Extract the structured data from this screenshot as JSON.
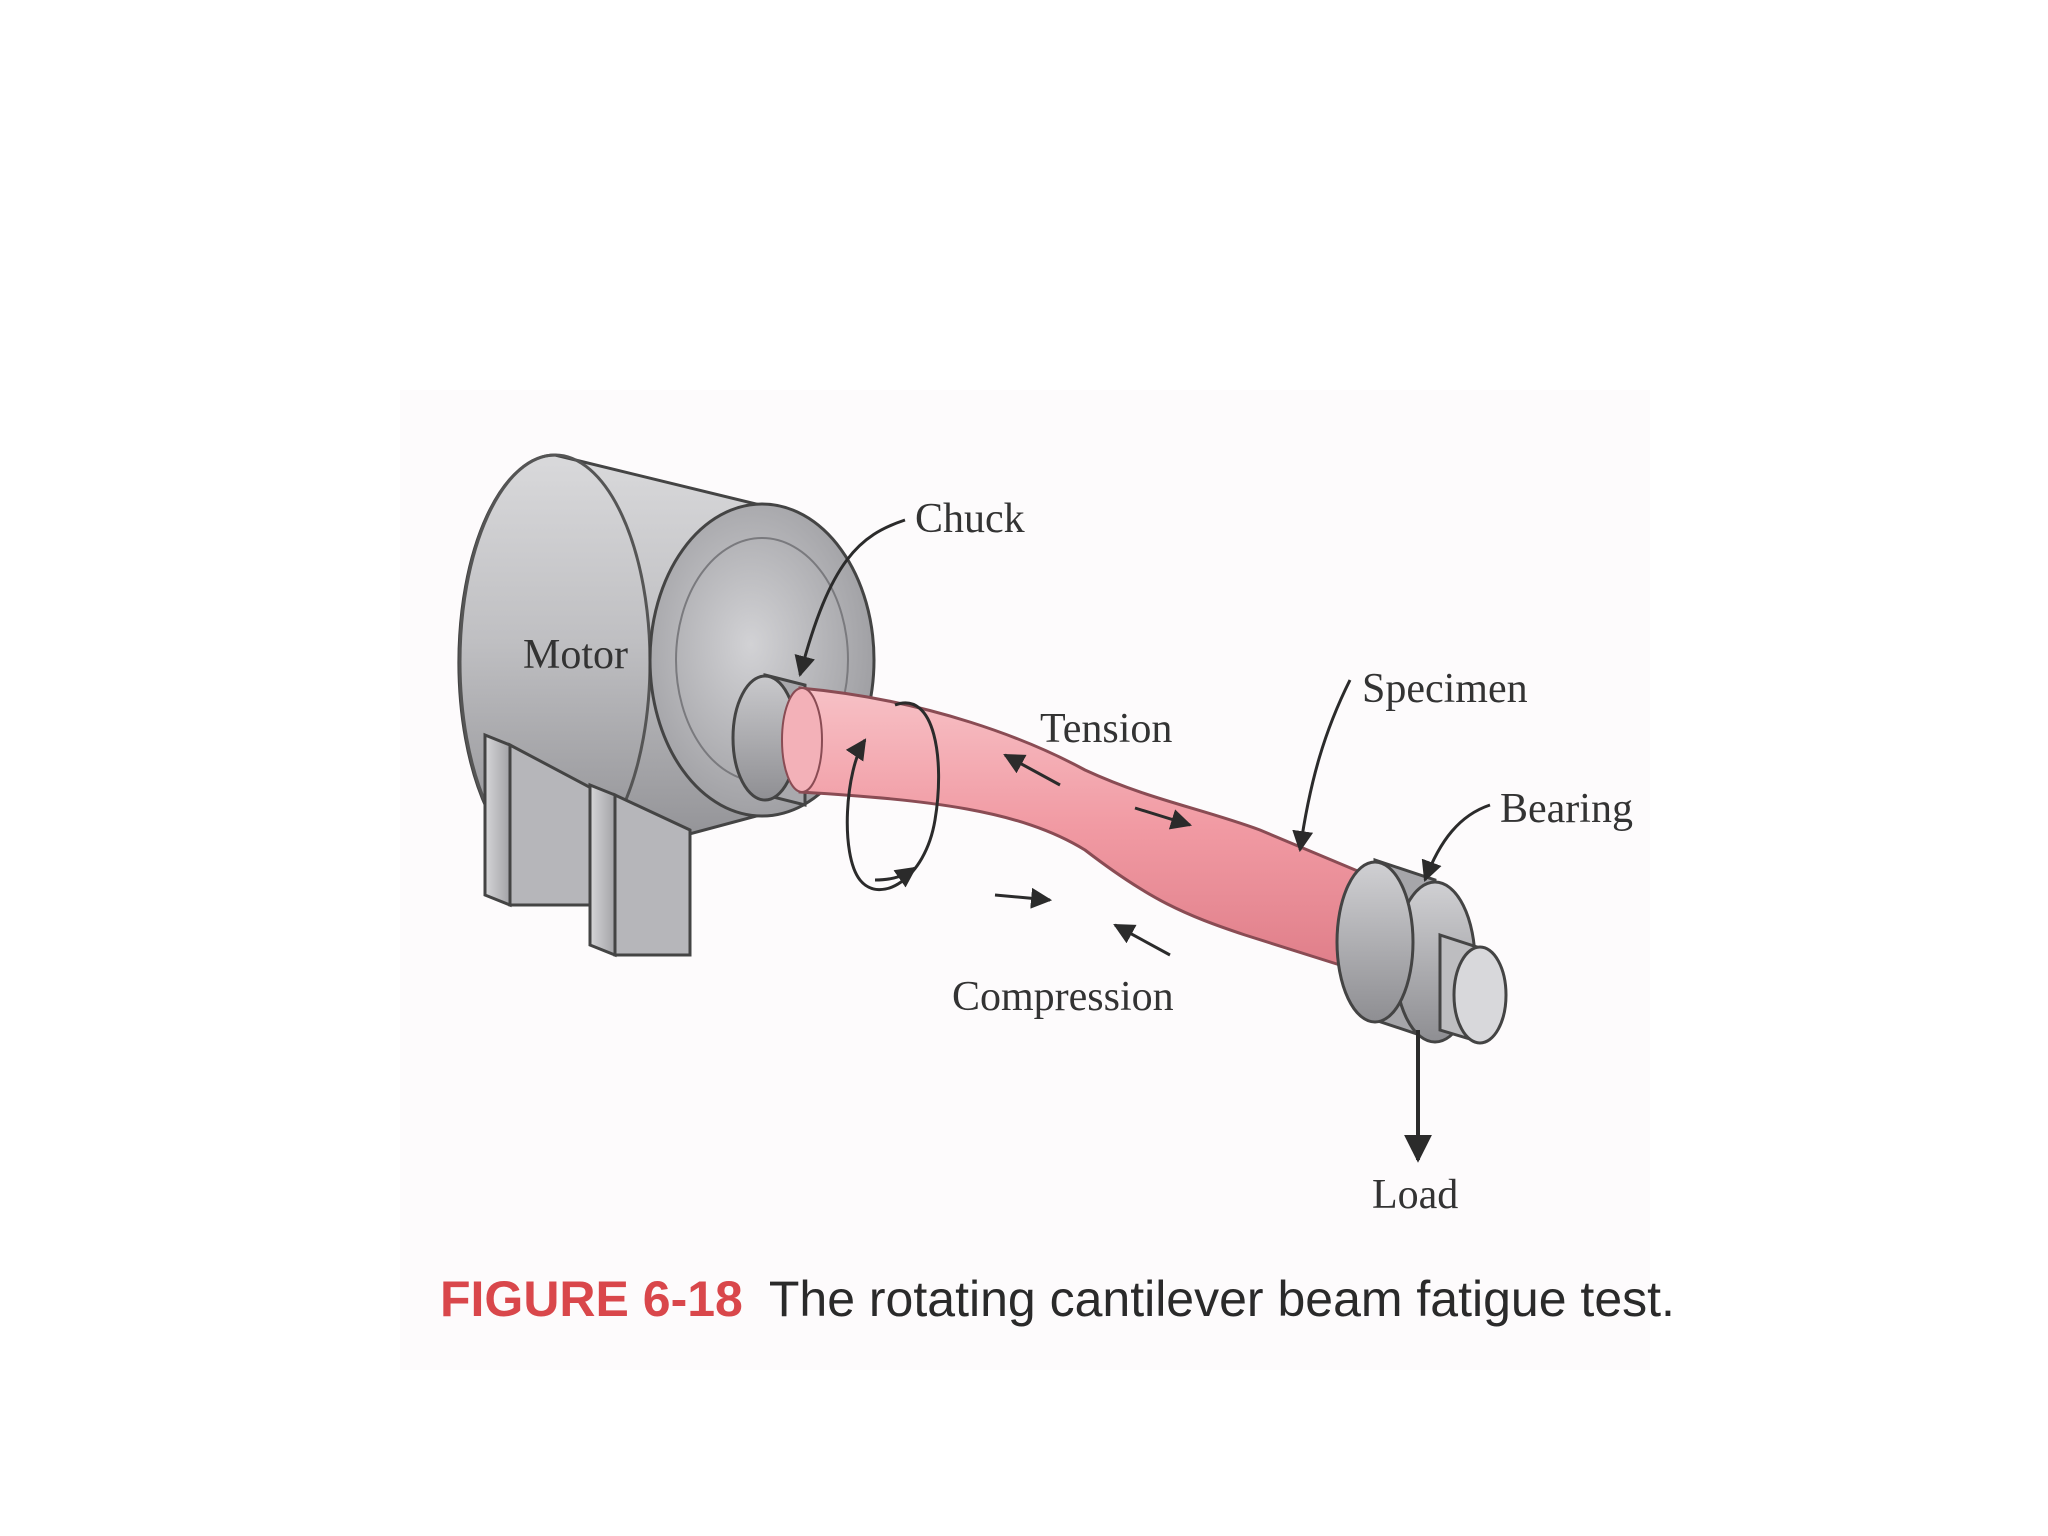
{
  "diagram": {
    "labels": {
      "motor": "Motor",
      "chuck": "Chuck",
      "tension": "Tension",
      "specimen": "Specimen",
      "bearing": "Bearing",
      "compression": "Compression",
      "load": "Load"
    },
    "colors": {
      "specimen": "#f2a3ab",
      "metal": "#b8b8bb",
      "caption_accent": "#d9474b"
    }
  },
  "caption": {
    "number": "FIGURE 6-18",
    "text": "The rotating cantilever beam fatigue test."
  }
}
